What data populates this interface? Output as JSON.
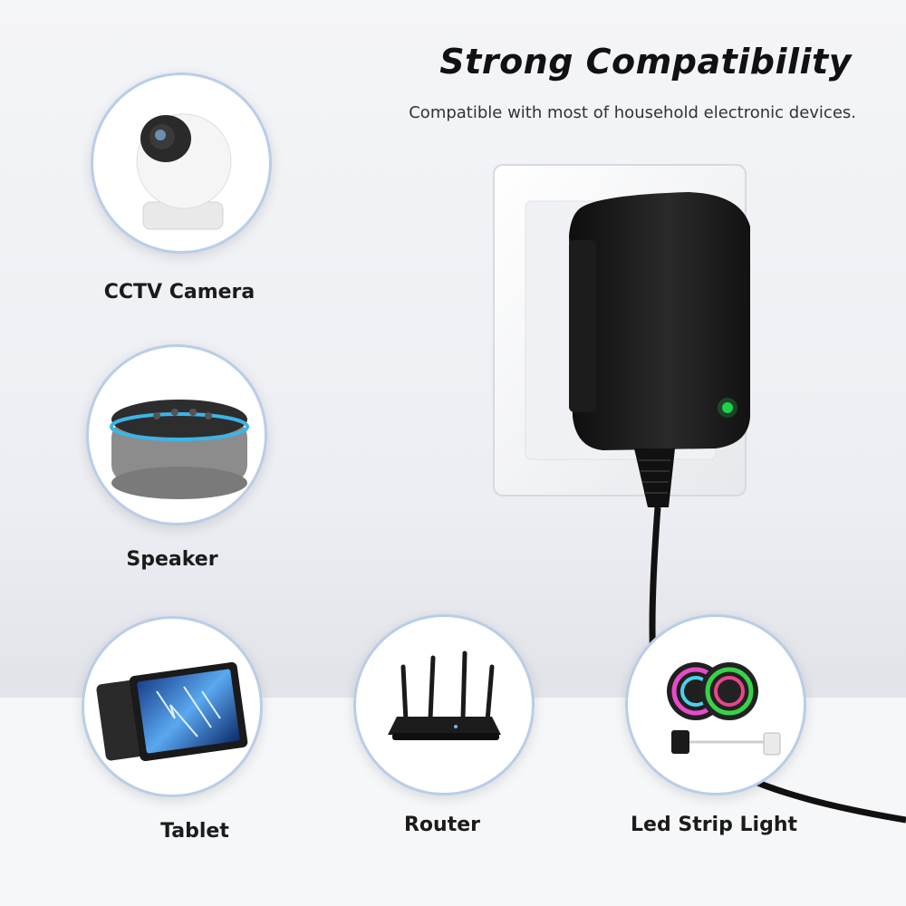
{
  "header": {
    "title": "Strong Compatibility",
    "subtitle": "Compatible with most of household electronic devices."
  },
  "devices": [
    {
      "label": "CCTV Camera",
      "icon": "cctv-camera-icon"
    },
    {
      "label": "Speaker",
      "icon": "smart-speaker-icon"
    },
    {
      "label": "Tablet",
      "icon": "tablet-icon"
    },
    {
      "label": "Router",
      "icon": "router-icon"
    },
    {
      "label": "Led Strip Light",
      "icon": "led-strip-icon"
    }
  ],
  "colors": {
    "circle_border": "#b9cde8",
    "adapter": "#1a1a1a",
    "power_led": "#22d14a",
    "speaker_ring": "#3bb5e8"
  }
}
